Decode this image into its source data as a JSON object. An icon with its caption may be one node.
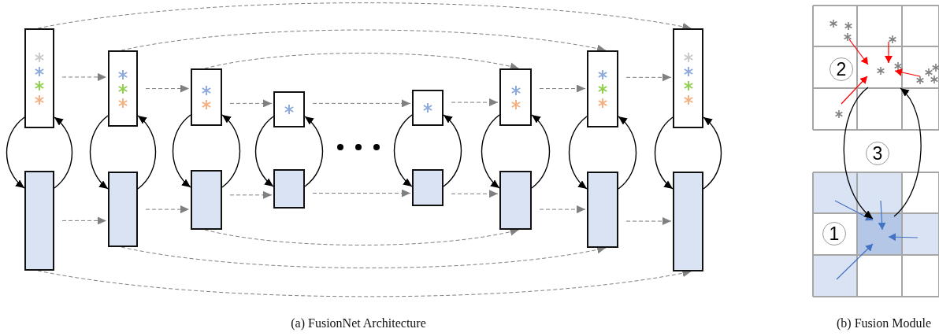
{
  "diagram": {
    "nodes": [
      {
        "text": [],
        "shape": "box"
      },
      {
        "text": [],
        "shape": "box"
      },
      {
        "text": [],
        "shape": "box"
      },
      {
        "text": [],
        "shape": "box"
      },
      {
        "text": [],
        "shape": "box"
      },
      {
        "text": [],
        "shape": "box"
      },
      {
        "text": [],
        "shape": "box"
      },
      {
        "text": [],
        "shape": "box"
      },
      {
        "text": [],
        "shape": "box"
      },
      {
        "text": [],
        "shape": "box"
      },
      {
        "text": [],
        "shape": "box"
      },
      {
        "text": [],
        "shape": "box"
      },
      {
        "text": [],
        "shape": "box"
      },
      {
        "text": [],
        "shape": "box"
      },
      {
        "text": [],
        "shape": "box"
      },
      {
        "text": [],
        "shape": "box"
      }
    ],
    "edges": [
      {
        "from": 0,
        "to": 8,
        "arrow": "to",
        "color": "#000000"
      },
      {
        "from": 8,
        "to": 0,
        "arrow": "to",
        "color": "#000000"
      },
      {
        "from": 1,
        "to": 9,
        "arrow": "to",
        "color": "#000000"
      },
      {
        "from": 9,
        "to": 1,
        "arrow": "to",
        "color": "#000000"
      },
      {
        "from": 2,
        "to": 10,
        "arrow": "to",
        "color": "#000000"
      },
      {
        "from": 10,
        "to": 2,
        "arrow": "to",
        "color": "#000000"
      },
      {
        "from": 3,
        "to": 11,
        "arrow": "to",
        "color": "#000000"
      },
      {
        "from": 11,
        "to": 3,
        "arrow": "to",
        "color": "#000000"
      },
      {
        "from": 4,
        "to": 12,
        "arrow": "to",
        "color": "#000000"
      },
      {
        "from": 12,
        "to": 4,
        "arrow": "to",
        "color": "#000000"
      },
      {
        "from": 5,
        "to": 13,
        "arrow": "to",
        "color": "#000000"
      },
      {
        "from": 13,
        "to": 5,
        "arrow": "to",
        "color": "#000000"
      },
      {
        "from": 6,
        "to": 14,
        "arrow": "to",
        "color": "#000000"
      },
      {
        "from": 14,
        "to": 6,
        "arrow": "to",
        "color": "#000000"
      },
      {
        "from": 7,
        "to": 15,
        "arrow": "to",
        "color": "#000000"
      },
      {
        "from": 15,
        "to": 7,
        "arrow": "to",
        "color": "#000000"
      },
      {
        "from": 0,
        "to": 1,
        "arrow": "to",
        "style": "dashed"
      },
      {
        "from": 1,
        "to": 2,
        "arrow": "to",
        "style": "dashed"
      },
      {
        "from": 2,
        "to": 3,
        "arrow": "to",
        "style": "dashed"
      },
      {
        "from": 4,
        "to": 5,
        "arrow": "to",
        "style": "dashed"
      },
      {
        "from": 5,
        "to": 6,
        "arrow": "to",
        "style": "dashed"
      },
      {
        "from": 6,
        "to": 7,
        "arrow": "to",
        "style": "dashed"
      },
      {
        "from": 8,
        "to": 9,
        "arrow": "to",
        "style": "dashed"
      },
      {
        "from": 9,
        "to": 10,
        "arrow": "to",
        "style": "dashed"
      },
      {
        "from": 10,
        "to": 11,
        "arrow": "to",
        "style": "dashed"
      },
      {
        "from": 12,
        "to": 13,
        "arrow": "to",
        "style": "dashed"
      },
      {
        "from": 13,
        "to": 14,
        "arrow": "to",
        "style": "dashed"
      },
      {
        "from": 14,
        "to": 15,
        "arrow": "to",
        "style": "dashed"
      },
      {
        "from": 0,
        "to": 7,
        "arrow": "to",
        "style": "dashed"
      },
      {
        "from": 1,
        "to": 6,
        "arrow": "to",
        "style": "dashed"
      },
      {
        "from": 2,
        "to": 5,
        "arrow": "to",
        "style": "dashed"
      },
      {
        "from": 3,
        "to": 4,
        "arrow": "to",
        "style": "dashed"
      },
      {
        "from": 8,
        "to": 15,
        "arrow": "to",
        "style": "dashed"
      },
      {
        "from": 9,
        "to": 14,
        "arrow": "to",
        "style": "dashed"
      },
      {
        "from": 10,
        "to": 13,
        "arrow": "to",
        "style": "dashed"
      },
      {
        "from": 11,
        "to": 12,
        "arrow": "to",
        "style": "dashed"
      }
    ],
    "labels": [
      "2",
      "3",
      "1",
      "(a) FusionNet Architecture",
      "(b) Fusion Module"
    ]
  }
}
